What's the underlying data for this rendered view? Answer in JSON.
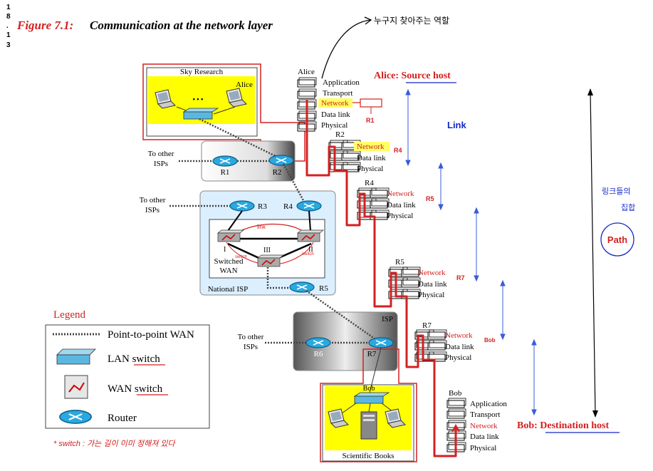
{
  "page_number_digits": [
    "1",
    "8",
    ".",
    "1",
    "3"
  ],
  "figure": {
    "label": "Figure 7.1:",
    "title": "Communication at the network layer"
  },
  "handwritten_top": "누구지 찾아주는 역할",
  "sky_research": {
    "label": "Sky Research",
    "user": "Alice",
    "dots": "• • •"
  },
  "isp_other": {
    "to_other_1": "To other",
    "isps_1": "ISPs",
    "to_other_2": "To other",
    "isps_2": "ISPs",
    "to_other_3": "To other",
    "isps_3": "ISPs"
  },
  "routers": {
    "r1": "R1",
    "r2": "R2",
    "r3": "R3",
    "r4": "R4",
    "r5": "R5",
    "r6": "R6",
    "r7": "R7"
  },
  "national_isp": {
    "label": "National ISP",
    "switched_wan_1": "Switched",
    "switched_wan_2": "WAN",
    "sw_i": "I",
    "sw_ii": "II",
    "sw_iii": "III",
    "link_note": "link",
    "switch_note_1": "switch",
    "switch_note_2": "switch"
  },
  "isp": {
    "label": "ISP"
  },
  "scientific": {
    "label": "Scientific Books",
    "user": "Bob"
  },
  "legend": {
    "title": "Legend",
    "items": [
      {
        "label": "Point-to-point WAN"
      },
      {
        "label": "LAN switch"
      },
      {
        "label": "WAN switch"
      },
      {
        "label": "Router"
      }
    ]
  },
  "switch_note": "* switch : 가는 길이 이미 정해져 있다",
  "stacks": {
    "alice": {
      "title": "Alice",
      "layers": [
        "Application",
        "Transport",
        "Network",
        "Data link",
        "Physical"
      ]
    },
    "r2": {
      "title": "R2",
      "layers": [
        "Network",
        "Data link",
        "Physical"
      ]
    },
    "r4": {
      "title": "R4",
      "layers": [
        "Network",
        "Data link",
        "Physical"
      ]
    },
    "r5": {
      "title": "R5",
      "layers": [
        "Network",
        "Data link",
        "Physical"
      ]
    },
    "r7": {
      "title": "R7",
      "layers": [
        "Network",
        "Data link",
        "Physical"
      ]
    },
    "bob": {
      "title": "Bob",
      "layers": [
        "Application",
        "Transport",
        "Network",
        "Data link",
        "Physical"
      ]
    }
  },
  "annotations": {
    "r1_box": "R1",
    "r4_mark": "R4",
    "r5_mark": "R5",
    "r7_mark": "R7",
    "bob_mark": "Bob",
    "alice_source": "Alice: Source host",
    "bob_dest": "Bob: Destination host",
    "link": "Link",
    "path": "Path",
    "links_set_1": "링크들의",
    "links_set_2": "집합"
  },
  "colors": {
    "red": "#d42020",
    "blue": "#1428c8",
    "yellow": "#ffff00",
    "router": "#2aa8e0",
    "highlight": "#ffff66"
  }
}
